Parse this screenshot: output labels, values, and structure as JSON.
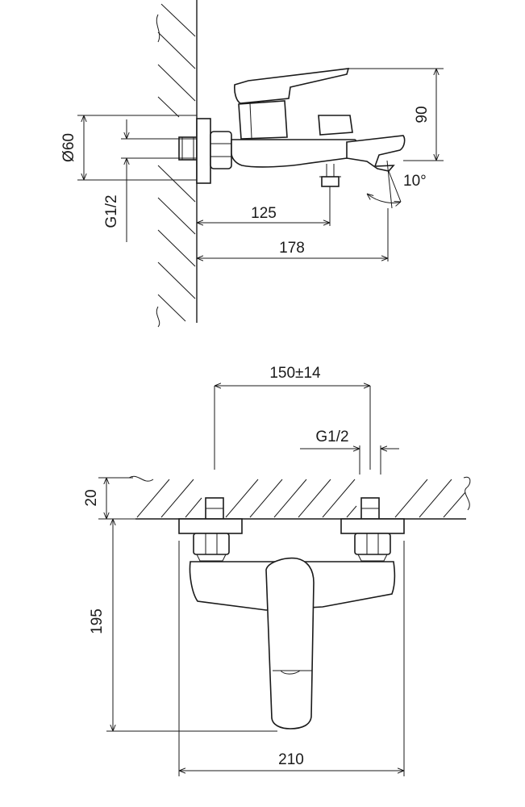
{
  "side_view": {
    "dim_diameter": "Ø60",
    "dim_thread": "G1/2",
    "dim_height": "90",
    "dim_angle": "10°",
    "dim_spout_outlet": "125",
    "dim_total_depth": "178"
  },
  "front_view": {
    "dim_centers": "150±14",
    "dim_thread": "G1/2",
    "dim_wall": "20",
    "dim_height": "195",
    "dim_width": "210"
  }
}
